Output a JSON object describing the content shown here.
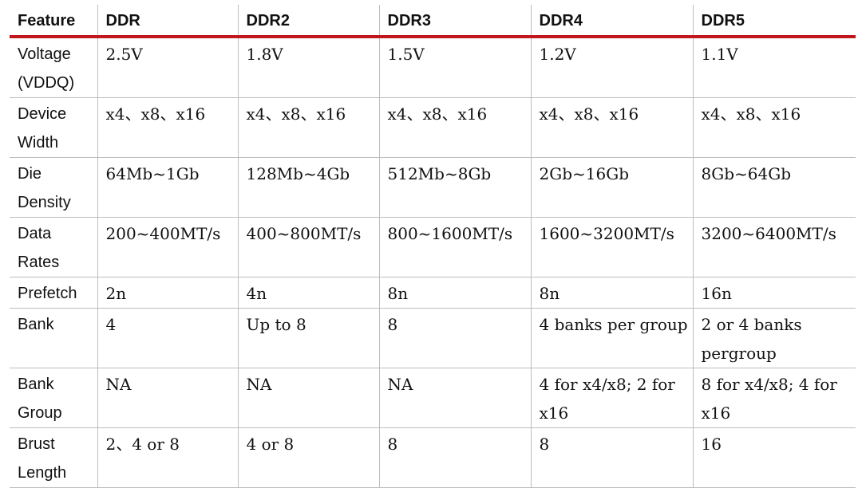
{
  "table": {
    "accent_color": "#c0161c",
    "headers": [
      "Feature",
      "DDR",
      "DDR2",
      "DDR3",
      "DDR4",
      "DDR5"
    ],
    "rows": [
      {
        "feature": "Voltage (VDDQ)",
        "cells": [
          "2.5V",
          "1.8V",
          "1.5V",
          "1.2V",
          "1.1V"
        ]
      },
      {
        "feature": "Device Width",
        "cells": [
          "x4、x8、x16",
          "x4、x8、x16",
          "x4、x8、x16",
          "x4、x8、x16",
          "x4、x8、x16"
        ]
      },
      {
        "feature": "Die Density",
        "cells": [
          "64Mb~1Gb",
          "128Mb~4Gb",
          "512Mb~8Gb",
          "2Gb~16Gb",
          "8Gb~64Gb"
        ]
      },
      {
        "feature": "Data Rates",
        "cells": [
          "200~400MT/s",
          "400~800MT/s",
          "800~1600MT/s",
          "1600~3200MT/s",
          "3200~6400MT/s"
        ]
      },
      {
        "feature": "Prefetch",
        "cells": [
          "2n",
          "4n",
          "8n",
          "8n",
          "16n"
        ]
      },
      {
        "feature": "Bank",
        "cells": [
          "4",
          "Up to 8",
          "8",
          "4 banks per group",
          "2 or 4 banks pergroup"
        ]
      },
      {
        "feature": "Bank Group",
        "cells": [
          "NA",
          "NA",
          "NA",
          "4 for x4/x8; 2 for x16",
          "8 for x4/x8; 4 for x16"
        ]
      },
      {
        "feature": "Brust Length",
        "cells": [
          "2、4 or 8",
          "4 or 8",
          "8",
          "8",
          "16"
        ]
      }
    ]
  }
}
